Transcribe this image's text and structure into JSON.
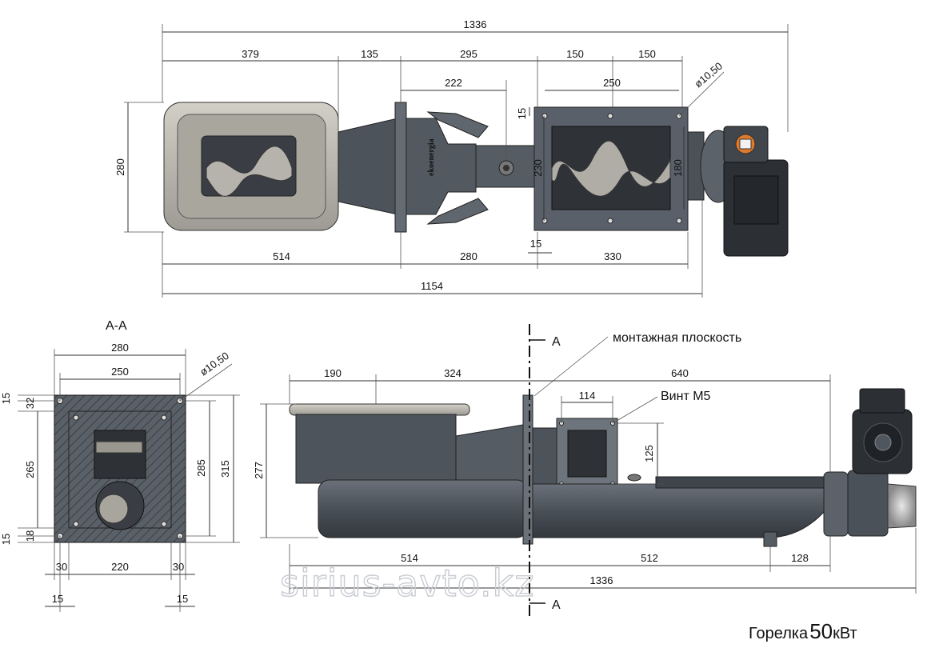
{
  "top_view": {
    "dims": {
      "total": "1336",
      "d379": "379",
      "d135": "135",
      "d295": "295",
      "d150a": "150",
      "d150b": "150",
      "d222": "222",
      "d250": "250",
      "phi": "ø10,50",
      "d15a": "15",
      "d280h": "280",
      "d230": "230",
      "d180": "180",
      "d15b": "15",
      "d514": "514",
      "d280": "280",
      "d330": "330",
      "d1154": "1154"
    },
    "flange_brand": "ekoenergia"
  },
  "section": {
    "title": "A-A",
    "dims": {
      "w280": "280",
      "w250": "250",
      "phi": "ø10,50",
      "d15t": "15",
      "d32": "32",
      "d265": "265",
      "d285": "285",
      "d315": "315",
      "d15b": "15",
      "d18": "18",
      "d30l": "30",
      "d220": "220",
      "d30r": "30",
      "d15l": "15",
      "d15r": "15"
    }
  },
  "side_view": {
    "cut_label_top": "A",
    "cut_label_bottom": "A",
    "mount_label": "монтажная плоскость",
    "screw_label": "Винт М5",
    "dims": {
      "d190": "190",
      "d324": "324",
      "d640": "640",
      "d114": "114",
      "d125": "125",
      "d277": "277",
      "d514": "514",
      "d512": "512",
      "d128": "128",
      "d1336": "1336"
    }
  },
  "watermark": "sirius-avto.kz",
  "caption": {
    "word": "Горелка",
    "power": "50",
    "unit": "кВт"
  }
}
